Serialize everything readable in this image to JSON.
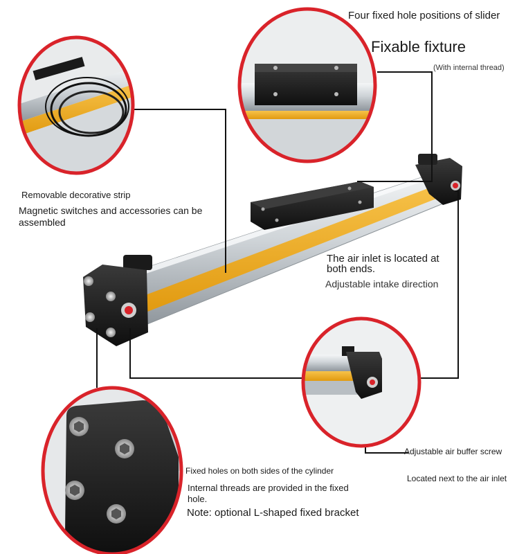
{
  "header": {
    "slider_title": "Four fixed hole positions of slider",
    "fixture_title": "Fixable fixture",
    "fixture_note": "(With internal thread)"
  },
  "strip_callout": {
    "title": "Removable decorative strip",
    "desc": "Magnetic switches and accessories can be assembled"
  },
  "inlet_callout": {
    "title": "The air inlet is located at both ends.",
    "desc": "Adjustable intake direction"
  },
  "buffer_callout": {
    "title": "Adjustable air buffer screw",
    "desc": "Located next to the air inlet"
  },
  "holes_callout": {
    "line1": "Fixed holes on both sides of the cylinder",
    "line2": "Internal threads are provided in the fixed hole.",
    "line3": "Note: optional L-shaped fixed bracket"
  },
  "colors": {
    "ring_red": "#d9232a",
    "strip_yellow": "#f0a818",
    "aluminum": "#d7dbde",
    "block_black": "#1c1c1c"
  }
}
